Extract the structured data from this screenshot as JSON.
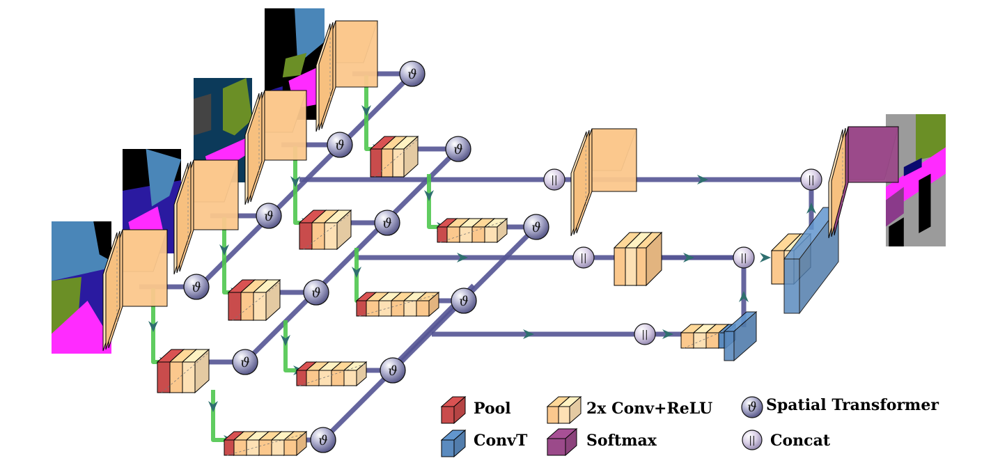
{
  "legend": {
    "pool": "Pool",
    "conv": "2x Conv+ReLU",
    "spatial_transformer": "Spatial Transformer",
    "convt": "ConvT",
    "softmax": "Softmax",
    "concat": "Concat"
  },
  "symbols": {
    "spatial_transformer": "ϑ",
    "concat": "||"
  },
  "colors": {
    "conv": "#fbc88d",
    "conv_dark": "#e9a55c",
    "pool": "#c94c4c",
    "convt": "#5b8bbf",
    "softmax": "#9b4a8a",
    "pipe": "#545494",
    "skip": "#4fc74f",
    "arrow": "#2f6f6f"
  }
}
